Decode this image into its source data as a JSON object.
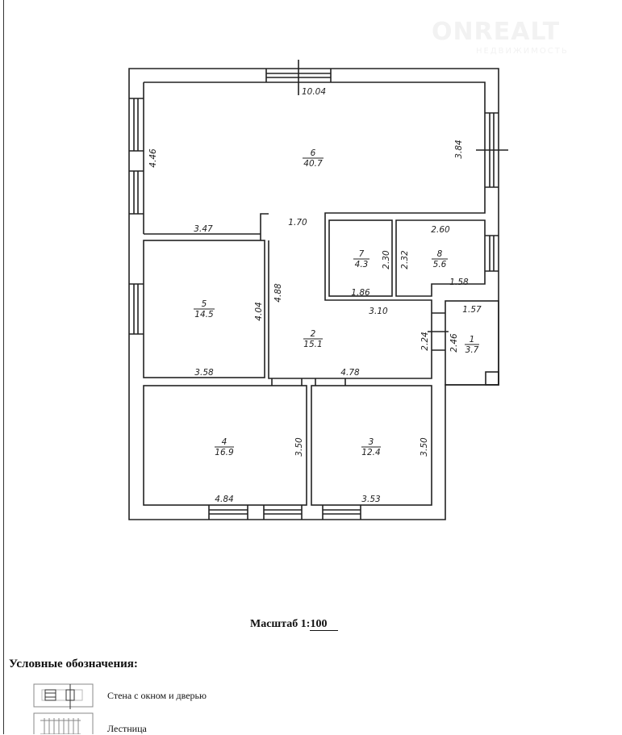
{
  "watermark": {
    "brand": "ONREALT",
    "subtitle": "НЕДВИЖИМОСТЬ"
  },
  "rooms": [
    {
      "number": "6",
      "area": "40.7"
    },
    {
      "number": "5",
      "area": "14.5"
    },
    {
      "number": "7",
      "area": "4.3"
    },
    {
      "number": "8",
      "area": "5.6"
    },
    {
      "number": "2",
      "area": "15.1"
    },
    {
      "number": "1",
      "area": "3.7"
    },
    {
      "number": "4",
      "area": "16.9"
    },
    {
      "number": "3",
      "area": "12.4"
    }
  ],
  "dimensions": {
    "d1004": "10.04",
    "d446": "4.46",
    "d384": "3.84",
    "d347": "3.47",
    "d170": "1.70",
    "d260": "2.60",
    "d230": "2.30",
    "d232": "2.32",
    "d186": "1.86",
    "d158": "1.58",
    "d310": "3.10",
    "d157": "1.57",
    "d404": "4.04",
    "d488": "4.88",
    "d224": "2.24",
    "d246": "2.46",
    "d358": "3.58",
    "d478": "4.78",
    "d350a": "3.50",
    "d350b": "3.50",
    "d484": "4.84",
    "d353": "3.53"
  },
  "scale": {
    "label": "Масштаб 1:",
    "value": "100"
  },
  "legend": {
    "title": "Условные обозначения:",
    "items": [
      {
        "label": "Стена с окном и дверью"
      },
      {
        "label": "Лестница"
      }
    ]
  }
}
